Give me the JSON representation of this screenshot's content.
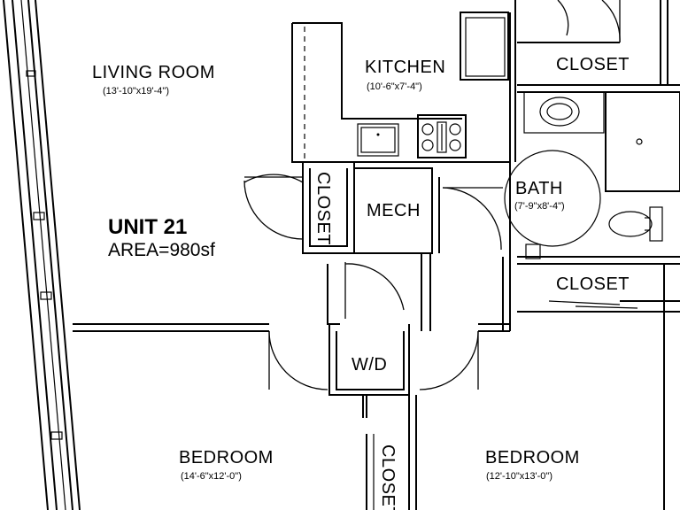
{
  "unit": {
    "title": "UNIT 21",
    "area": "AREA=980sf"
  },
  "rooms": {
    "living_room": {
      "name": "LIVING ROOM",
      "dims": "(13'-10\"x19'-4\")"
    },
    "kitchen": {
      "name": "KITCHEN",
      "dims": "(10'-6\"x7'-4\")"
    },
    "closet_top": {
      "name": "CLOSET"
    },
    "bath": {
      "name": "BATH",
      "dims": "(7'-9\"x8'-4\")"
    },
    "closet_entry": {
      "name": "CLOSET"
    },
    "mech": {
      "name": "MECH"
    },
    "closet_right": {
      "name": "CLOSET"
    },
    "wd": {
      "name": "W/D"
    },
    "bedroom_left": {
      "name": "BEDROOM",
      "dims": "(14'-6\"x12'-0\")"
    },
    "bedroom_right": {
      "name": "BEDROOM",
      "dims": "(12'-10\"x13'-0\")"
    },
    "closet_bottom": {
      "name": "CLOSET"
    }
  }
}
